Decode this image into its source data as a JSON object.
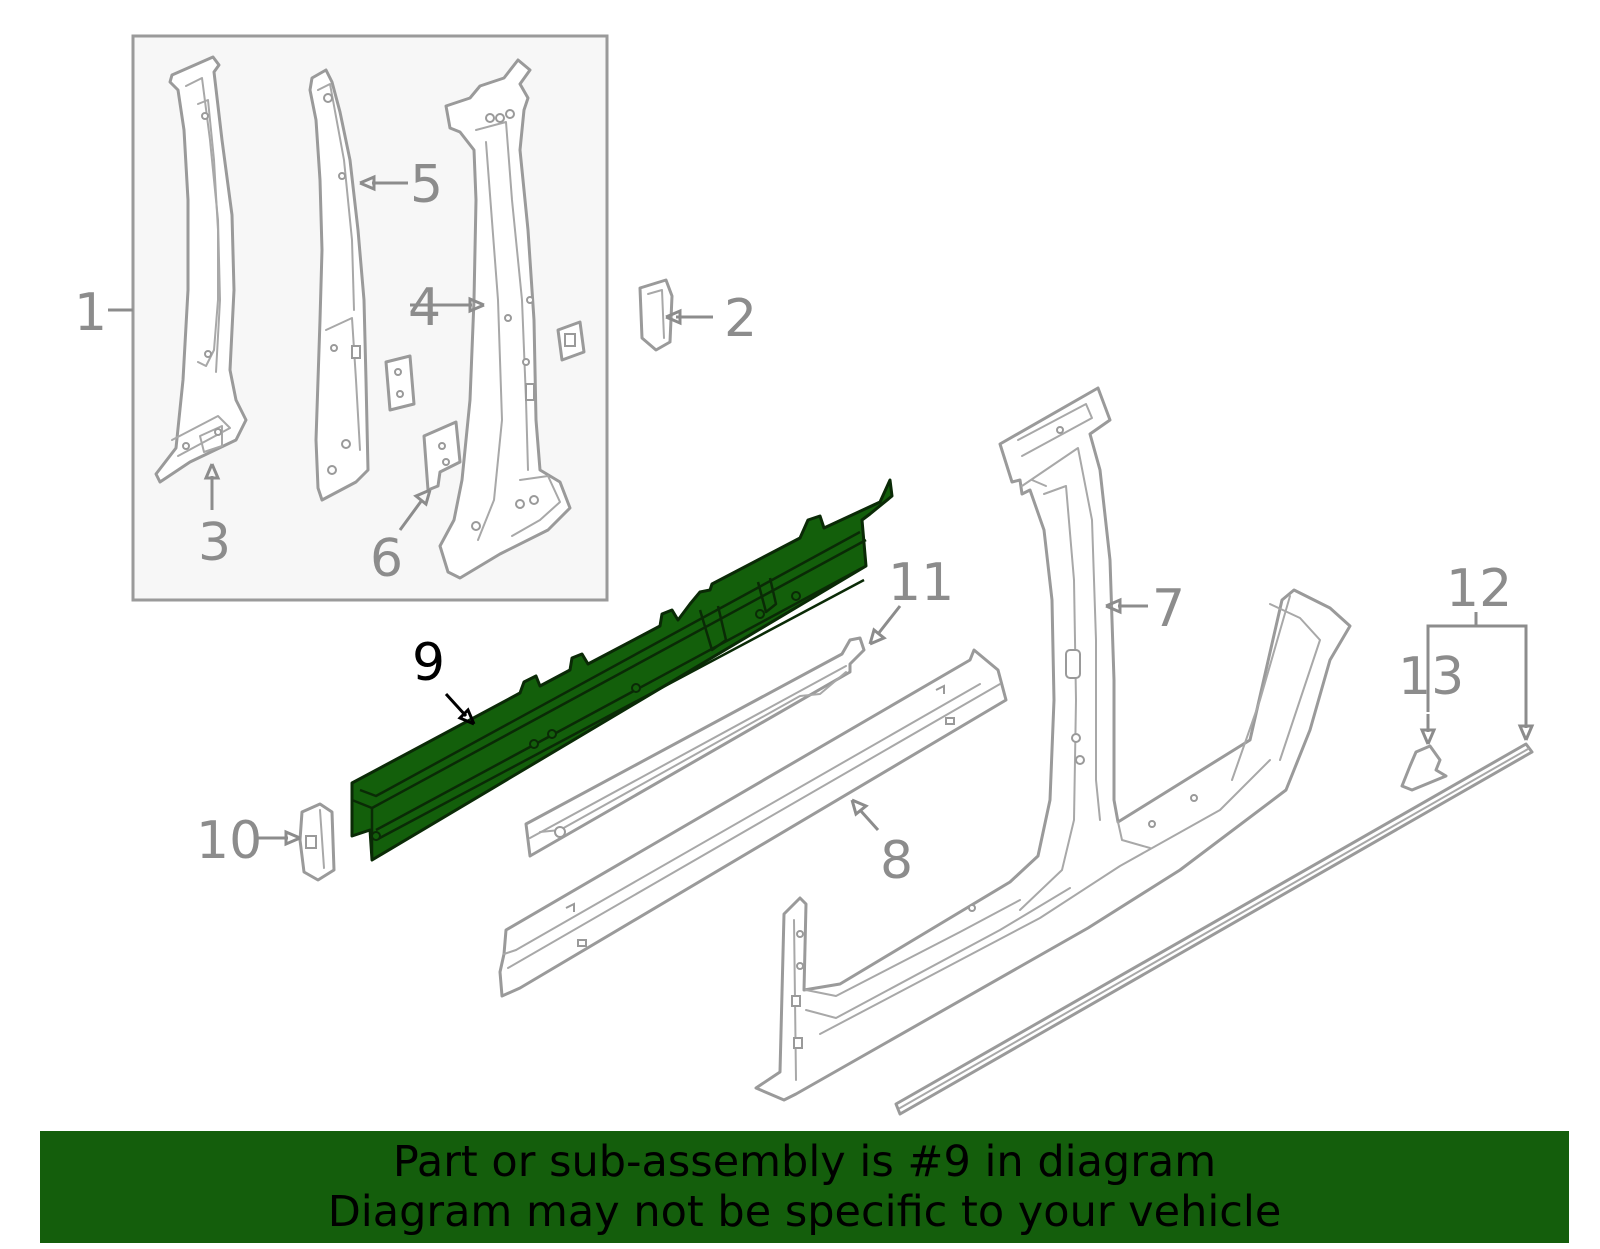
{
  "diagram": {
    "callouts": [
      "1",
      "2",
      "3",
      "4",
      "5",
      "6",
      "7",
      "8",
      "9",
      "10",
      "11",
      "12",
      "13"
    ],
    "highlighted_part": "9",
    "colors": {
      "highlight": "#135f0b",
      "line_art": "#9a9a9a",
      "callout_text": "#8c8c8c",
      "active_callout": "#000000",
      "inset_box_fill": "#f7f7f7",
      "banner": "#145e0c"
    }
  },
  "banner": {
    "line1": "Part or sub-assembly is #9 in diagram",
    "line2": "Diagram may not be specific to your vehicle"
  }
}
